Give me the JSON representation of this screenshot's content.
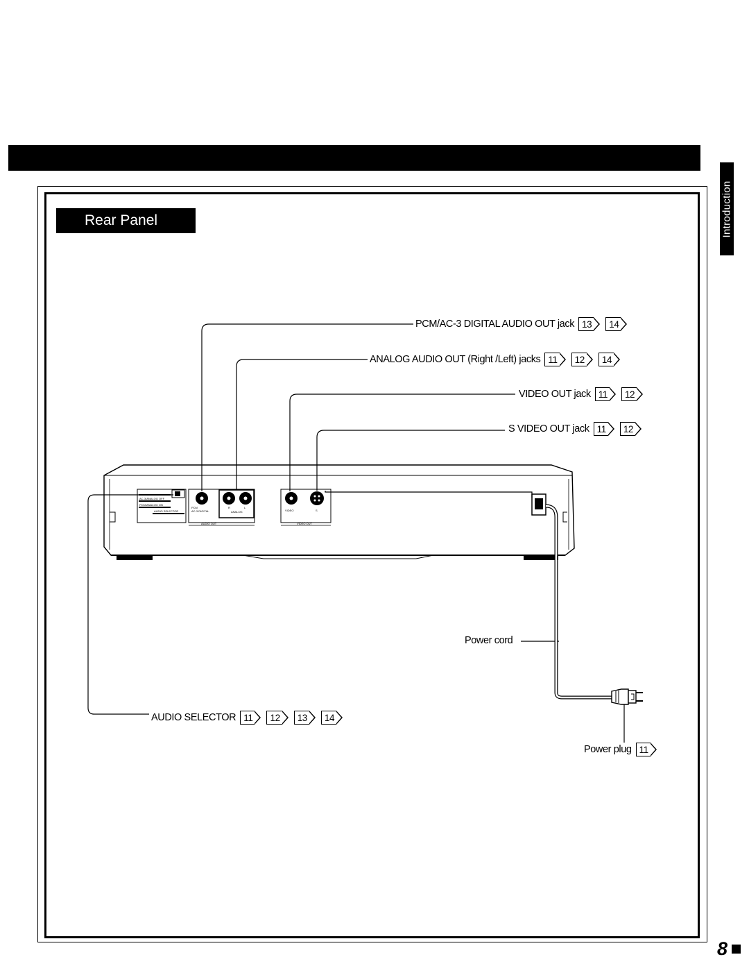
{
  "side_tab": {
    "label": "Introduction"
  },
  "section_title": "Rear Panel",
  "callouts": [
    {
      "label": "PCM/AC-3 DIGITAL AUDIO OUT jack",
      "refs": [
        "13",
        "14"
      ]
    },
    {
      "label": "ANALOG AUDIO OUT (Right /Left) jacks",
      "refs": [
        "11",
        "12",
        "14"
      ]
    },
    {
      "label": "VIDEO OUT jack",
      "refs": [
        "11",
        "12"
      ]
    },
    {
      "label": "S VIDEO OUT jack",
      "refs": [
        "11",
        "12"
      ]
    },
    {
      "label": "Power cord",
      "refs": []
    },
    {
      "label": "AUDIO SELECTOR",
      "refs": [
        "11",
        "12",
        "13",
        "14"
      ]
    },
    {
      "label": "Power plug",
      "refs": [
        "11"
      ]
    }
  ],
  "panel_labels": {
    "digital": "PCM",
    "digital_sub": "AC-3 DIGITAL",
    "analog": "ANALOG",
    "r": "R",
    "l": "L",
    "video": "VIDEO",
    "s": "S",
    "audio_out": "AUDIO OUT",
    "video_out": "VIDEO OUT",
    "selector_pcm_analog": "AC-3/ANALOG OFF",
    "selector_pcm_ac3": "PCM/ANALOG ON",
    "selector_name": "AUDIO SELECTOR"
  },
  "page_number": "8"
}
